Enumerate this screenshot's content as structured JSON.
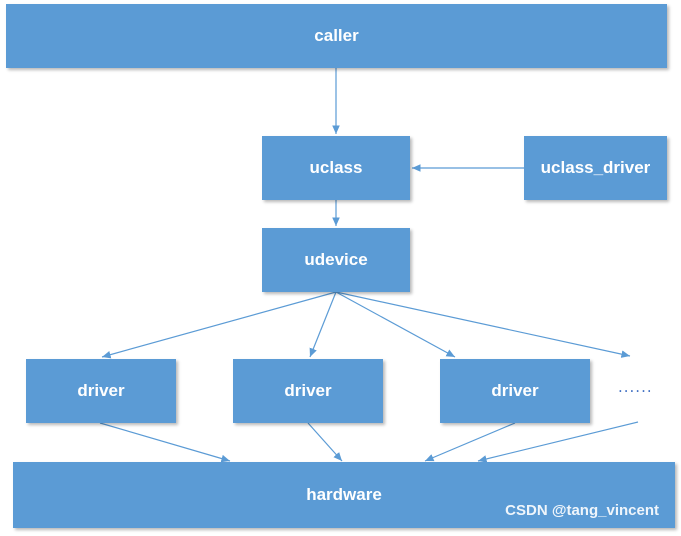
{
  "nodes": {
    "caller": "caller",
    "uclass": "uclass",
    "uclass_driver": "uclass_driver",
    "udevice": "udevice",
    "driver_1": "driver",
    "driver_2": "driver",
    "driver_3": "driver",
    "more": "......",
    "hardware": "hardware"
  },
  "watermark": "CSDN @tang_vincent",
  "colors": {
    "box_fill": "#5b9bd5",
    "box_text": "#ffffff",
    "edge": "#5b9bd5"
  },
  "edges": [
    {
      "from": "caller",
      "to": "uclass"
    },
    {
      "from": "uclass_driver",
      "to": "uclass"
    },
    {
      "from": "uclass",
      "to": "udevice"
    },
    {
      "from": "udevice",
      "to": "driver_1"
    },
    {
      "from": "udevice",
      "to": "driver_2"
    },
    {
      "from": "udevice",
      "to": "driver_3"
    },
    {
      "from": "udevice",
      "to": "more"
    },
    {
      "from": "driver_1",
      "to": "hardware"
    },
    {
      "from": "driver_2",
      "to": "hardware"
    },
    {
      "from": "driver_3",
      "to": "hardware"
    },
    {
      "from": "more",
      "to": "hardware"
    }
  ]
}
